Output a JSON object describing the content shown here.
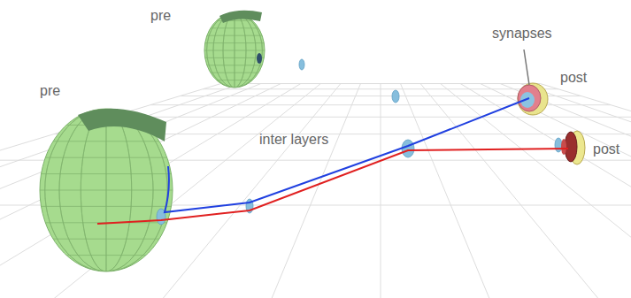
{
  "diagram": {
    "labels": [
      "pre",
      "pre",
      "synapses",
      "post",
      "inter layers",
      "post"
    ]
  }
}
